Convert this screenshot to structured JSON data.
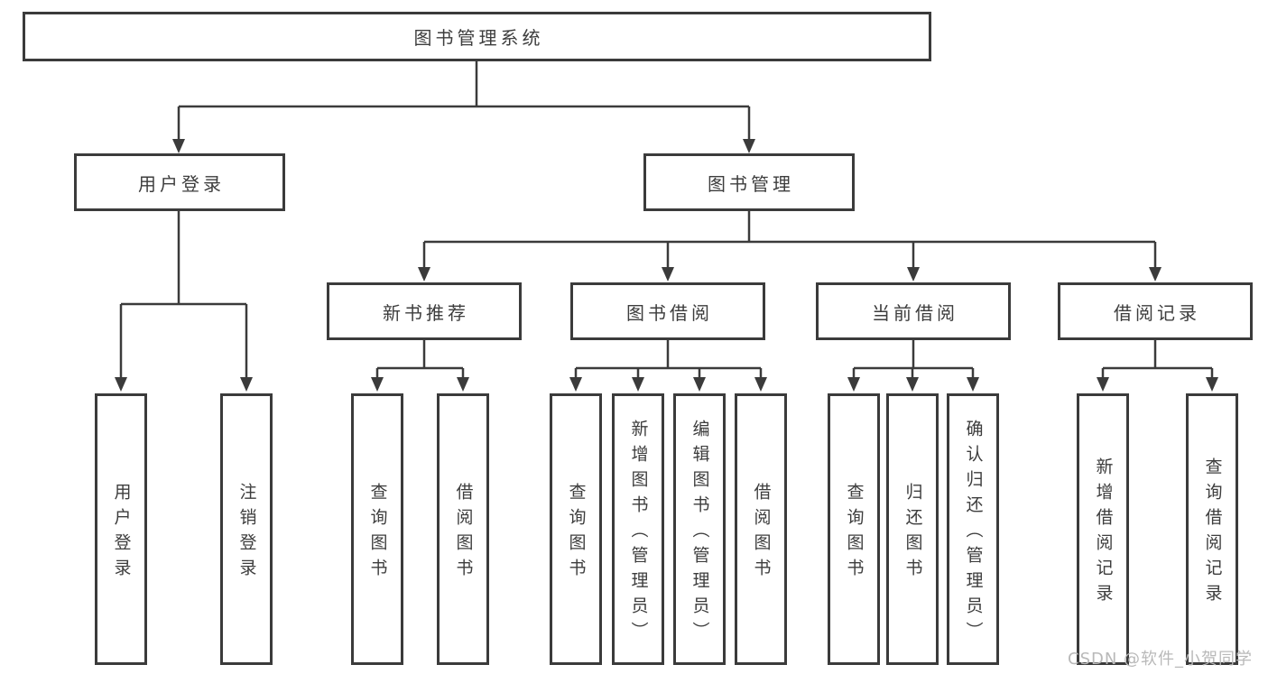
{
  "diagram": {
    "root": {
      "label": "图书管理系统"
    },
    "branches": [
      {
        "label": "用户登录",
        "children": [
          {
            "label": "用户登录"
          },
          {
            "label": "注销登录"
          }
        ]
      },
      {
        "label": "图书管理",
        "children": [
          {
            "label": "新书推荐",
            "children": [
              {
                "label": "查询图书"
              },
              {
                "label": "借阅图书"
              }
            ]
          },
          {
            "label": "图书借阅",
            "children": [
              {
                "label": "查询图书"
              },
              {
                "label": "新增图书（管理员）"
              },
              {
                "label": "编辑图书（管理员）"
              },
              {
                "label": "借阅图书"
              }
            ]
          },
          {
            "label": "当前借阅",
            "children": [
              {
                "label": "查询图书"
              },
              {
                "label": "归还图书"
              },
              {
                "label": "确认归还（管理员）"
              }
            ]
          },
          {
            "label": "借阅记录",
            "children": [
              {
                "label": "新增借阅记录"
              },
              {
                "label": "查询借阅记录"
              }
            ]
          }
        ]
      }
    ],
    "watermark": "CSDN @软件_小贺同学",
    "colors": {
      "line": "#3b3b3b",
      "text": "#3d3d3d",
      "watermark": "#b9b9b9",
      "background": "#ffffff"
    }
  }
}
